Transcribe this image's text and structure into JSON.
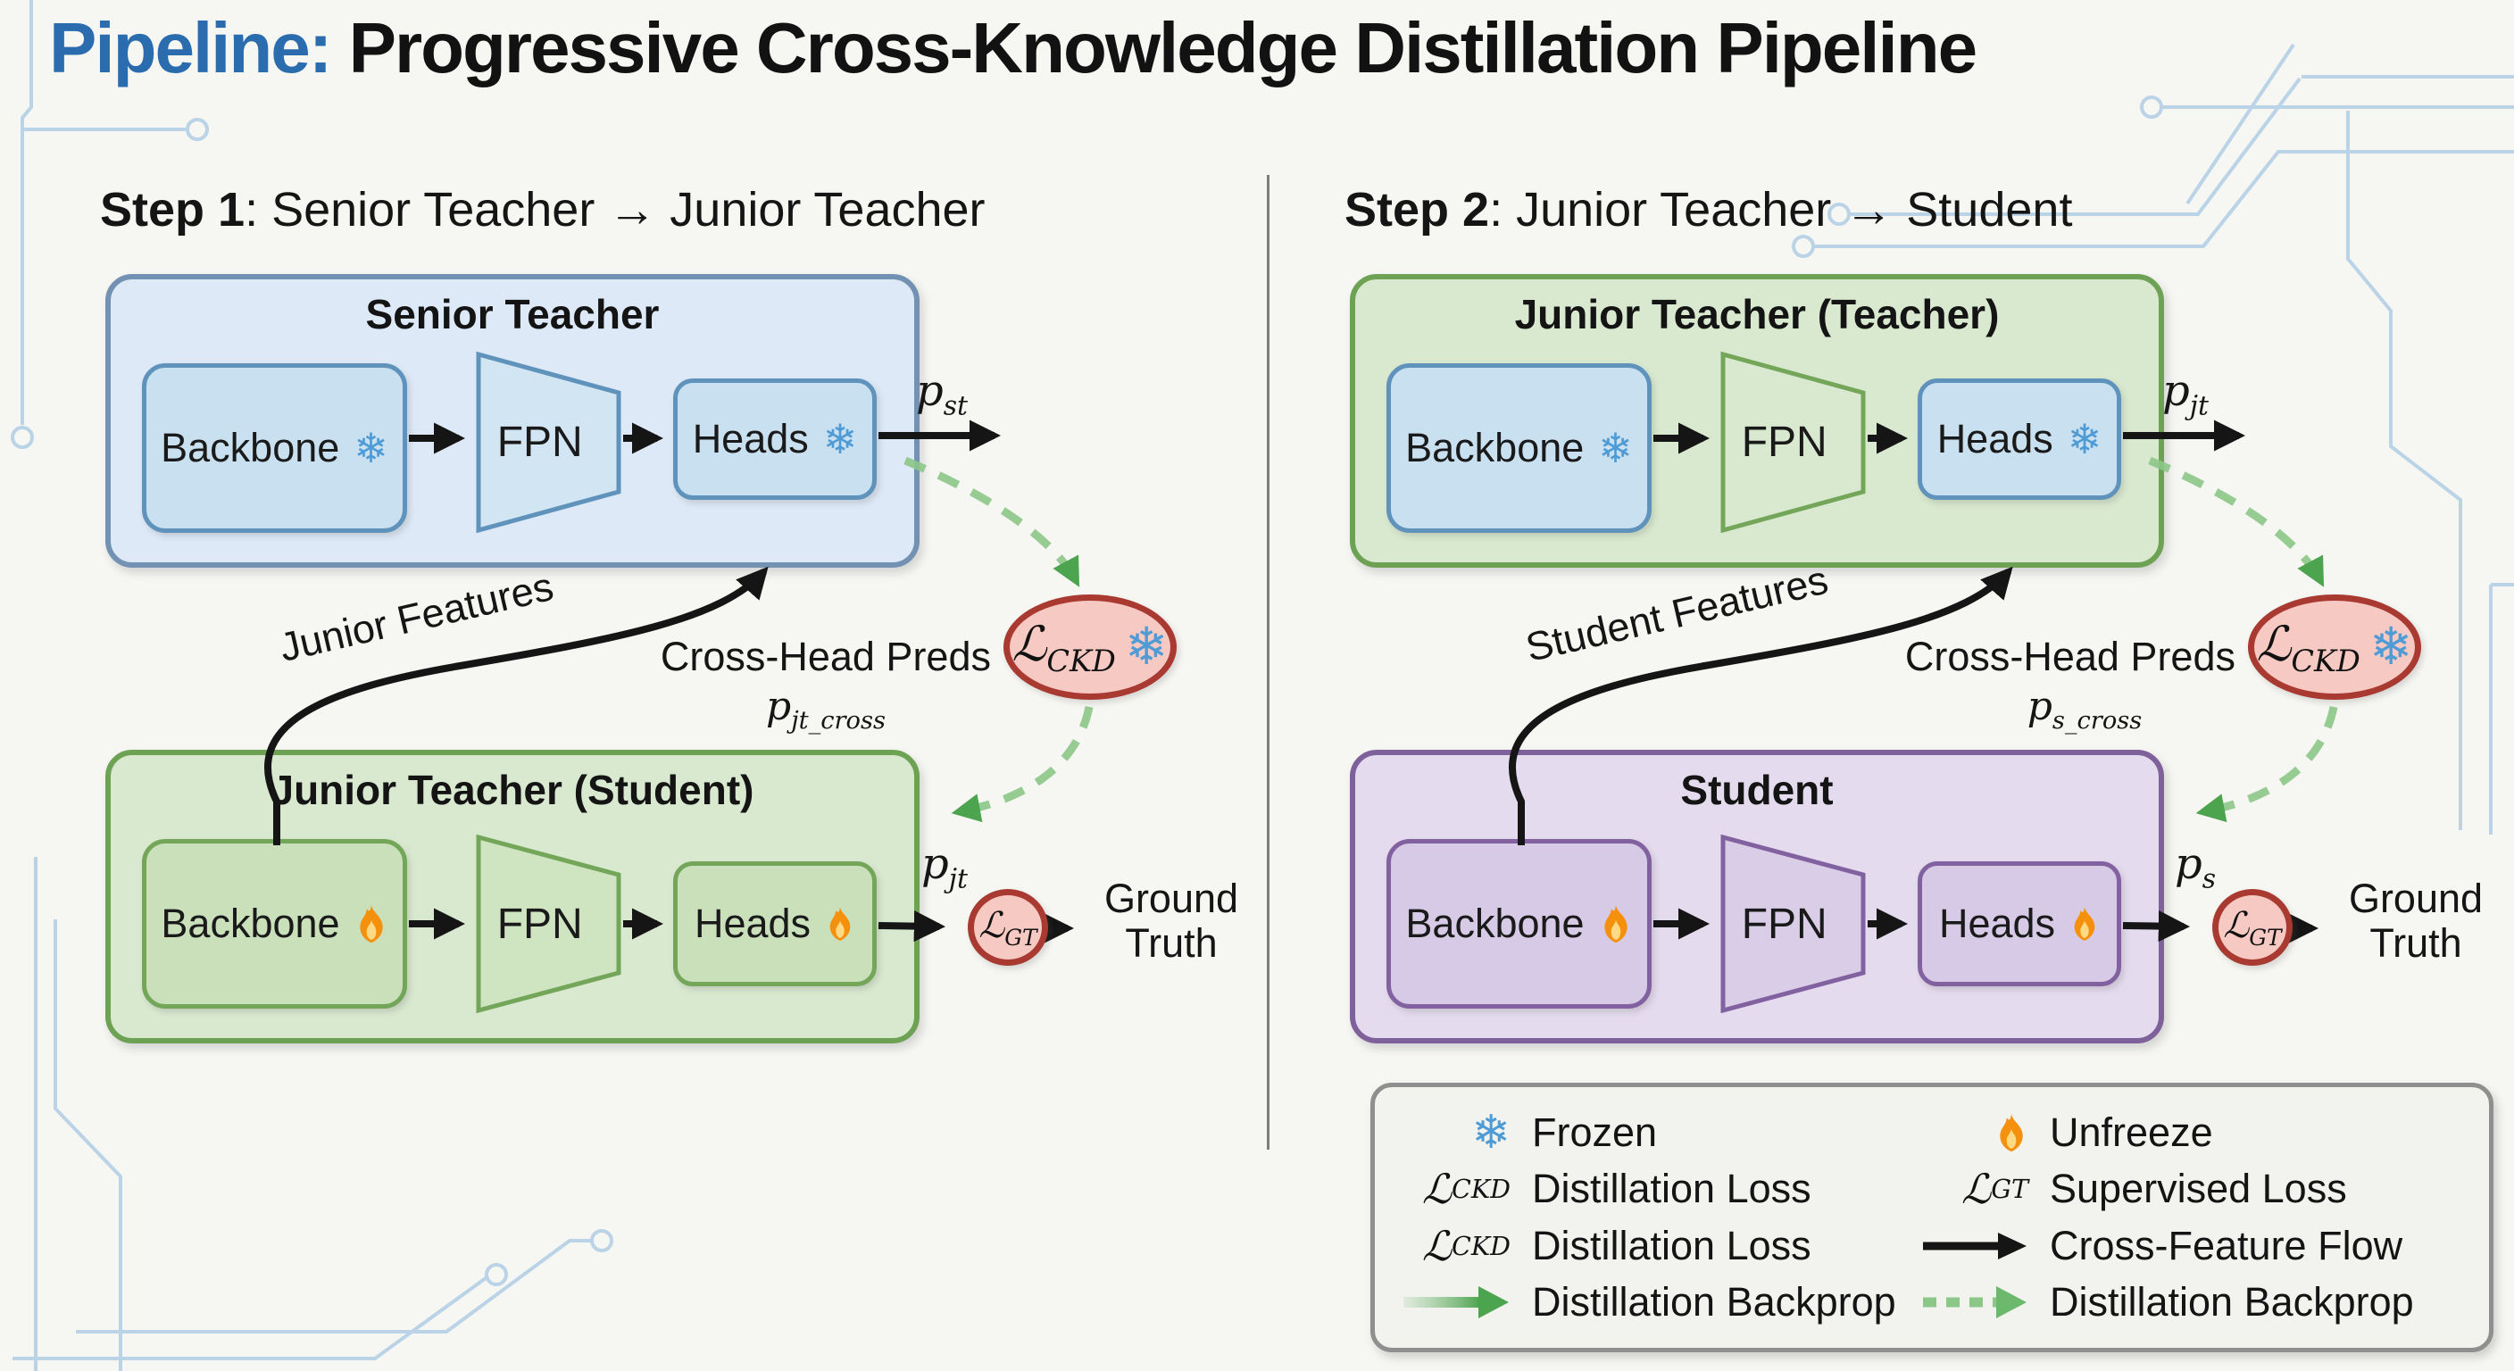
{
  "title": {
    "accent": "Pipeline:",
    "rest": " Progressive Cross-Knowledge Distillation Pipeline"
  },
  "icons": {
    "snowflake": "❄"
  },
  "colors": {
    "bg": "#f6f6f3",
    "accent_blue": "#2a6cae",
    "ink": "#161616",
    "panel_blue_fill": "#dde9f6",
    "panel_blue_border": "#7291b3",
    "node_blue_fill": "#c8e0f0",
    "node_blue_border": "#5f93bb",
    "panel_green_fill": "#d9e9d0",
    "panel_green_border": "#6da254",
    "node_green_fill": "#c9e0ba",
    "node_green_border": "#74a65a",
    "panel_purple_fill": "#e4dbee",
    "panel_purple_border": "#7e609a",
    "node_purple_fill": "#d7cae6",
    "node_purple_border": "#81619f",
    "loss_fill": "#f7c9c3",
    "loss_border": "#a93a31",
    "snowflake_blue": "#4f9bd6",
    "flame_orange": "#f4900c",
    "flame_yellow": "#ffd983",
    "arrow_black": "#151515",
    "green_solid": "#4da44f",
    "green_dashed": "#8cc787",
    "legend_fill": "#f2f2ef",
    "legend_border": "#8f8f8f",
    "divider": "#7d7d7d",
    "circuit": "#bad3e6"
  },
  "step1": {
    "heading_bold": "Step 1",
    "heading_rest": ": Senior Teacher → Junior Teacher",
    "teacher": {
      "title": "Senior Teacher",
      "backbone": "Backbone",
      "fpn": "FPN",
      "heads": "Heads"
    },
    "student": {
      "title": "Junior Teacher (Student)",
      "backbone": "Backbone",
      "fpn": "FPN",
      "heads": "Heads"
    },
    "feature_label": "Junior Features",
    "cross_head_label": "Cross-Head Preds",
    "cross_pred": {
      "base": "p",
      "sub": "jt_cross"
    },
    "teacher_out": {
      "base": "p",
      "sub": "st"
    },
    "student_out": {
      "base": "p",
      "sub": "jt"
    },
    "ckd": {
      "script": "ℒ",
      "sub": "CKD"
    },
    "gt": {
      "script": "ℒ",
      "sub": "GT"
    },
    "ground_truth": "Ground Truth"
  },
  "step2": {
    "heading_bold": "Step 2",
    "heading_rest": ": Junior Teacher → Student",
    "teacher": {
      "title": "Junior Teacher (Teacher)",
      "backbone": "Backbone",
      "fpn": "FPN",
      "heads": "Heads"
    },
    "student": {
      "title": "Student",
      "backbone": "Backbone",
      "fpn": "FPN",
      "heads": "Heads"
    },
    "feature_label": "Student Features",
    "cross_head_label": "Cross-Head Preds",
    "cross_pred": {
      "base": "p",
      "sub": "s_cross"
    },
    "teacher_out": {
      "base": "p",
      "sub": "jt"
    },
    "student_out": {
      "base": "p",
      "sub": "s"
    },
    "ckd": {
      "script": "ℒ",
      "sub": "CKD"
    },
    "gt": {
      "script": "ℒ",
      "sub": "GT"
    },
    "ground_truth": "Ground Truth"
  },
  "legend": {
    "rows": [
      {
        "left_label": "Frozen",
        "right_label": "Unfreeze"
      },
      {
        "left_symbol": {
          "script": "ℒ",
          "sub": "CKD"
        },
        "left_label": "Distillation Loss",
        "right_symbol": {
          "script": "ℒ",
          "sub": "GT"
        },
        "right_label": "Supervised Loss"
      },
      {
        "left_symbol": {
          "script": "ℒ",
          "sub": "CKD"
        },
        "left_label": "Distillation Loss",
        "right_label": "Cross-Feature Flow"
      },
      {
        "left_label": "Distillation Backprop",
        "right_label": "Distillation Backprop"
      }
    ]
  }
}
